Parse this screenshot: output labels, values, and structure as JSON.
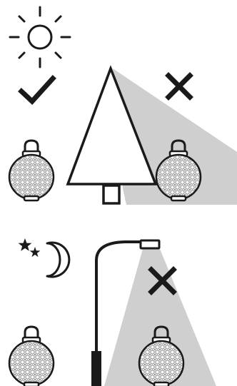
{
  "colors": {
    "ink": "#1a1a1a",
    "shadow": "#cfcfcf",
    "background": "#ffffff",
    "lantern_pattern": "#9a9a9a"
  },
  "panels": [
    {
      "id": "daytime",
      "condition_icon": "sun-icon",
      "good_placement": {
        "mark": "check-icon",
        "object": "solar-lantern-icon"
      },
      "bad_placement": {
        "mark": "cross-icon",
        "object": "solar-lantern-icon",
        "obstruction": "tree-icon",
        "shadow": "tree-shadow"
      }
    },
    {
      "id": "nighttime",
      "condition_icon": "moon-stars-icon",
      "good_placement": {
        "object": "solar-lantern-icon"
      },
      "bad_placement": {
        "mark": "cross-icon",
        "object": "solar-lantern-icon",
        "light_source": "street-lamp-icon",
        "light_beam": "lamp-light-beam"
      }
    }
  ]
}
